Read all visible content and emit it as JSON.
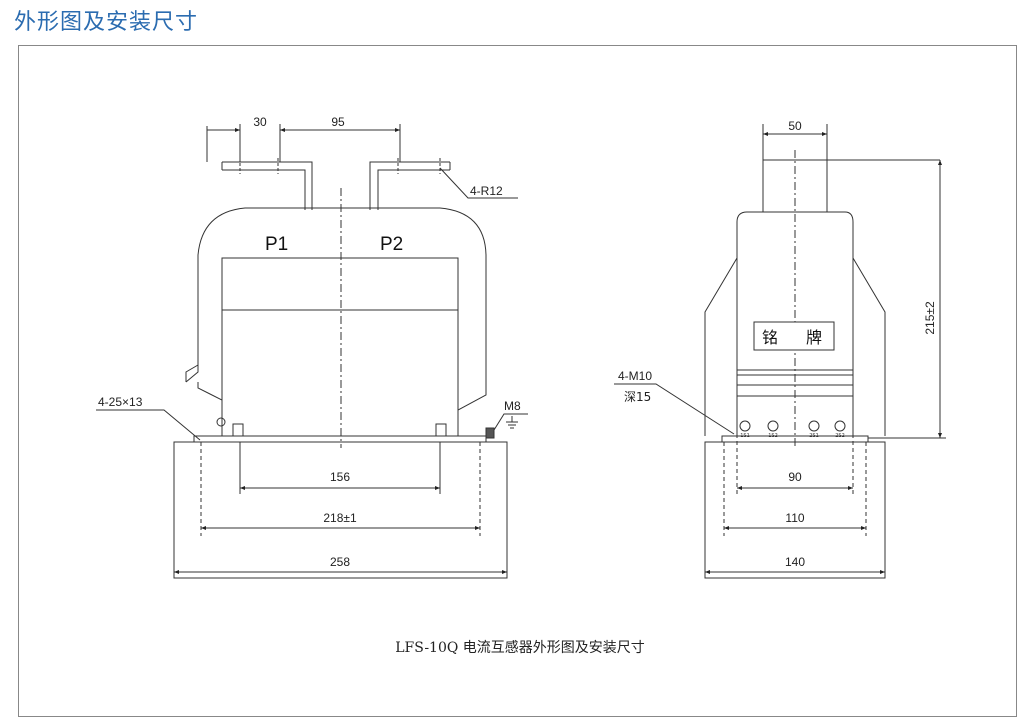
{
  "page": {
    "title": "外形图及安装尺寸"
  },
  "front_view": {
    "labels": {
      "p1": "P1",
      "p2": "P2"
    },
    "dims": {
      "d30": "30",
      "d95": "95",
      "r12": "4-R12",
      "slot": "4-25×13",
      "m8": "M8",
      "d156": "156",
      "d218": "218±1",
      "d258": "258"
    }
  },
  "side_view": {
    "nameplate": {
      "left": "铭",
      "right": "牌"
    },
    "terminals": [
      "1S1",
      "1S2",
      "2S1",
      "2S2"
    ],
    "dims": {
      "d50": "50",
      "d215": "215±2",
      "m10": "4-M10",
      "depth": "深15",
      "d90": "90",
      "d110": "110",
      "d140": "140"
    }
  },
  "caption": "LFS-10Q 电流互感器外形图及安装尺寸"
}
